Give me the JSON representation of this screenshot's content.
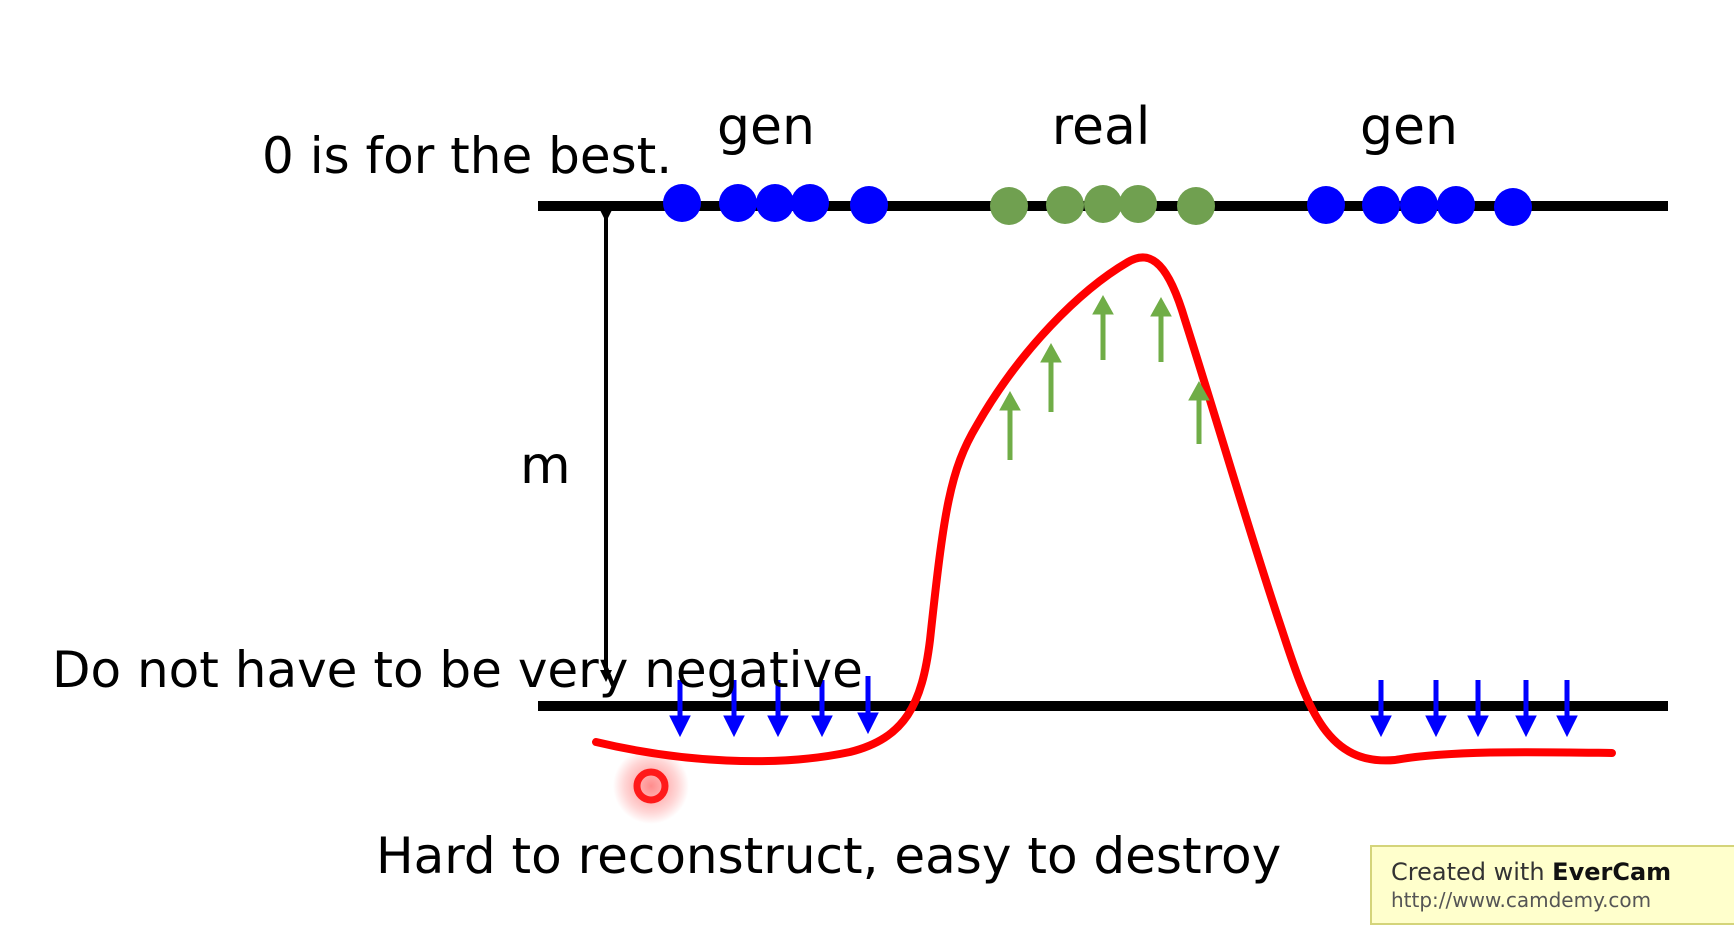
{
  "labels": {
    "top_note": "0 is for\nthe best.",
    "bottom_note": "Do not have to\nbe very negative",
    "margin": "m",
    "gen_left": "gen",
    "real": "real",
    "gen_right": "gen",
    "caption": "Hard to reconstruct, easy to destroy"
  },
  "watermark": {
    "prefix": "Created with",
    "brand": "EverCam",
    "url": "http://www.camdemy.com"
  },
  "colors": {
    "generated_points": "#0000ff",
    "real_points": "#70a050",
    "energy_curve": "#ff0000",
    "real_arrows": "#70ad47",
    "gen_arrows": "#0000ff"
  }
}
